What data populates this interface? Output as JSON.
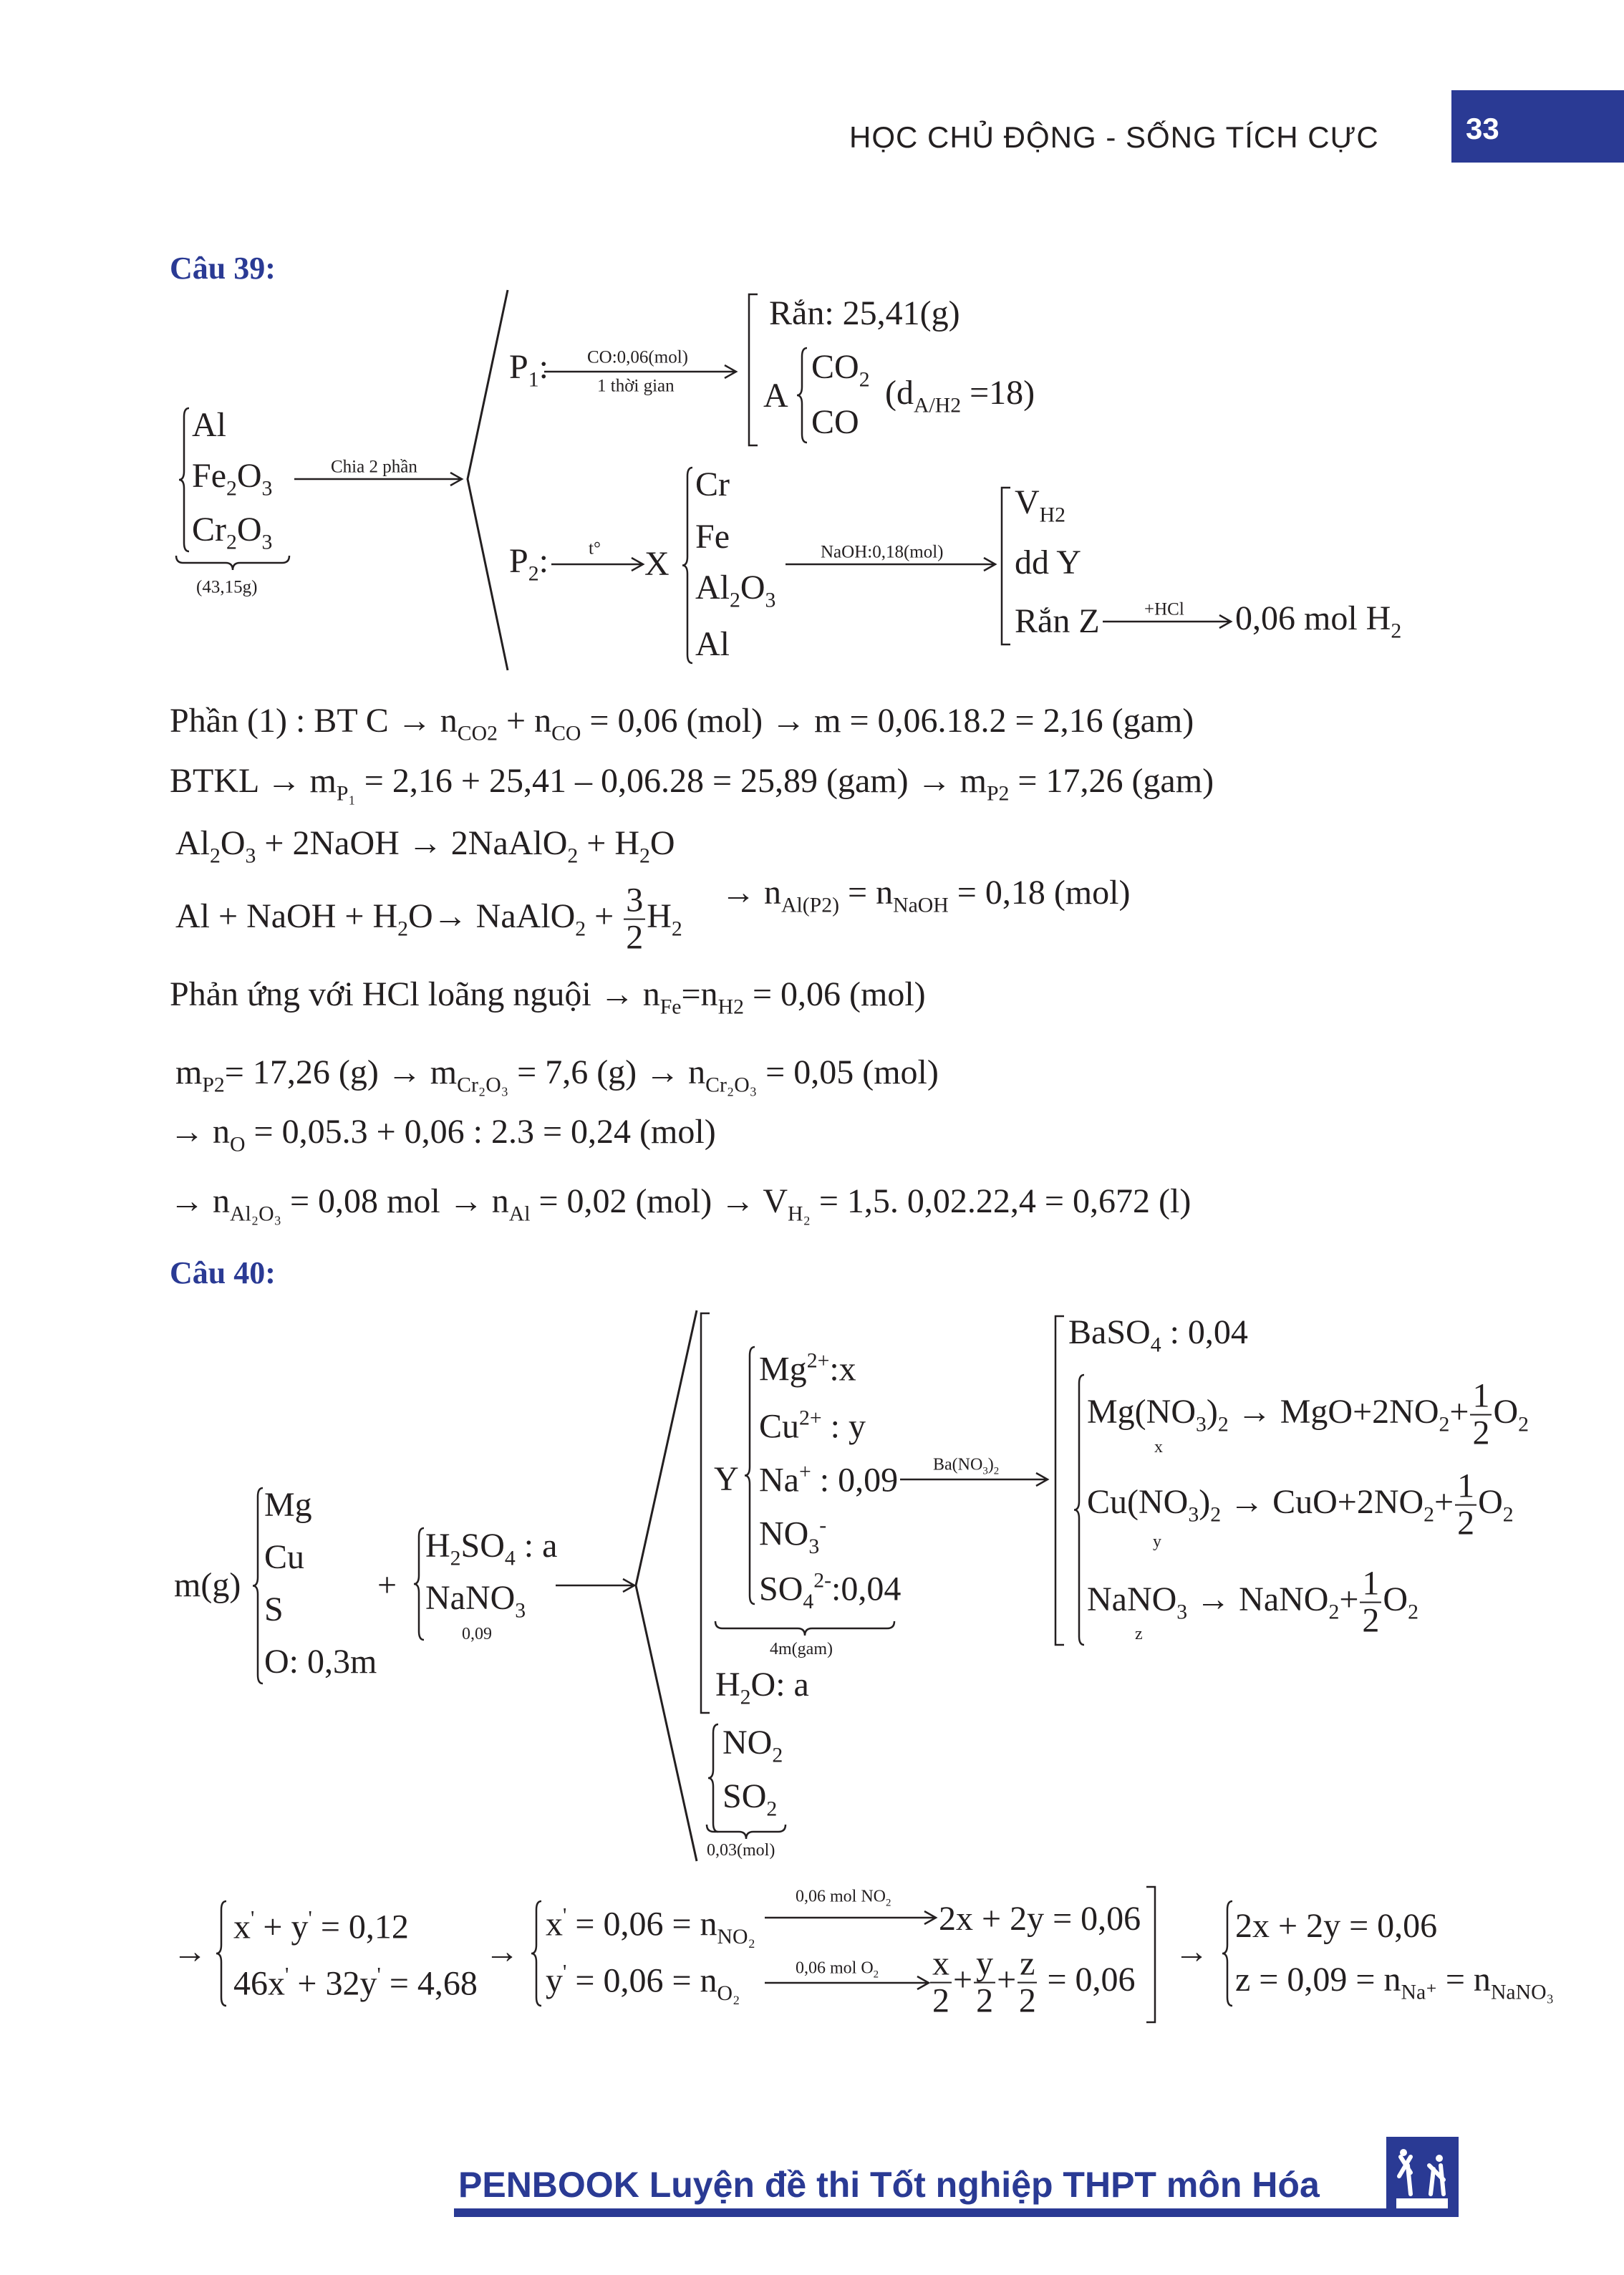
{
  "header": {
    "title": "HỌC CHỦ ĐỘNG - SỐNG TÍCH CỰC",
    "page_number": "33",
    "accent_color": "#2a3a94"
  },
  "q39": {
    "label": "Câu 39:",
    "diagram": {
      "al": [
        {
          "t": "Al"
        }
      ],
      "fe2o3": [
        {
          "t": "Fe"
        },
        {
          "t": "2",
          "v": "sub"
        },
        {
          "t": "O"
        },
        {
          "t": "3",
          "v": "sub"
        }
      ],
      "cr2o3": [
        {
          "t": "Cr"
        },
        {
          "t": "2",
          "v": "sub"
        },
        {
          "t": "O"
        },
        {
          "t": "3",
          "v": "sub"
        }
      ],
      "mass": "(43,15g)",
      "split": "Chia 2 phần",
      "p1": [
        {
          "t": "P"
        },
        {
          "t": "1",
          "v": "sub"
        },
        {
          "t": ":"
        }
      ],
      "p1_top": "CO:0,06(mol)",
      "p1_bottom": "1 thời gian",
      "solid": "Rắn: 25,41(g)",
      "a": "A",
      "co2": [
        {
          "t": "CO"
        },
        {
          "t": "2",
          "v": "sub"
        }
      ],
      "co": "CO",
      "density": [
        {
          "t": "(d"
        },
        {
          "t": "A/H",
          "v": "sub"
        },
        {
          "t": "2",
          "v": "sub"
        },
        {
          "t": " =18)"
        }
      ],
      "p2": [
        {
          "t": "P"
        },
        {
          "t": "2",
          "v": "sub"
        },
        {
          "t": ":"
        }
      ],
      "heat": "t°",
      "x": "X",
      "cr": "Cr",
      "fe": "Fe",
      "al2o3": [
        {
          "t": "Al"
        },
        {
          "t": "2",
          "v": "sub"
        },
        {
          "t": "O"
        },
        {
          "t": "3",
          "v": "sub"
        }
      ],
      "al2": "Al",
      "naoh": "NaOH:0,18(mol)",
      "vh2": [
        {
          "t": "V"
        },
        {
          "t": "H",
          "v": "sub"
        },
        {
          "t": "2",
          "v": "sub"
        }
      ],
      "ddy": "dd Y",
      "ranz": "Rắn Z",
      "hcl": "+HCl",
      "h2": [
        {
          "t": "0,06 mol H"
        },
        {
          "t": "2",
          "v": "sub"
        }
      ]
    },
    "solution": {
      "l1": [
        {
          "t": "Phần (1) : BT C → n"
        },
        {
          "t": "CO",
          "v": "sub"
        },
        {
          "t": "2",
          "v": "sub"
        },
        {
          "t": " + n"
        },
        {
          "t": "CO",
          "v": "sub"
        },
        {
          "t": "  = 0,06 (mol)  → m = 0,06.18.2 = 2,16 (gam)"
        }
      ],
      "l2": [
        {
          "t": "BTKL → m"
        },
        {
          "t": "P₁",
          "v": "sub"
        },
        {
          "t": " =  2,16 + 25,41 – 0,06.28 = 25,89 (gam) → m"
        },
        {
          "t": "P2",
          "v": "sub"
        },
        {
          "t": " =  17,26 (gam)"
        }
      ],
      "l3": [
        {
          "t": "Al"
        },
        {
          "t": "2",
          "v": "sub"
        },
        {
          "t": "O"
        },
        {
          "t": "3",
          "v": "sub"
        },
        {
          "t": "  + 2NaOH → 2NaAlO"
        },
        {
          "t": "2",
          "v": "sub"
        },
        {
          "t": " + H"
        },
        {
          "t": "2",
          "v": "sub"
        },
        {
          "t": "O"
        }
      ],
      "l4": [
        {
          "t": "Al + NaOH + H"
        },
        {
          "t": "2",
          "v": "sub"
        },
        {
          "t": "O→ NaAlO"
        },
        {
          "t": "2",
          "v": "sub"
        },
        {
          "t": " + "
        },
        {
          "n": "3",
          "d": "2"
        },
        {
          "t": "H"
        },
        {
          "t": "2",
          "v": "sub"
        }
      ],
      "l4b": [
        {
          "t": "→ n"
        },
        {
          "t": "Al(P2)",
          "v": "sub"
        },
        {
          "t": " = n"
        },
        {
          "t": "NaOH",
          "v": "sub"
        },
        {
          "t": "  = 0,18 (mol)"
        }
      ],
      "l5": [
        {
          "t": "Phản ứng với HCl loãng nguội → n"
        },
        {
          "t": "Fe",
          "v": "sub"
        },
        {
          "t": "=n"
        },
        {
          "t": "H",
          "v": "sub"
        },
        {
          "t": "2",
          "v": "sub"
        },
        {
          "t": " =  0,06 (mol)"
        }
      ],
      "l6": [
        {
          "t": "m"
        },
        {
          "t": "P2",
          "v": "sub"
        },
        {
          "t": "= 17,26 (g) → m"
        },
        {
          "t": "Cr₂O₃",
          "v": "sub"
        },
        {
          "t": " =  7,6 (g) → n"
        },
        {
          "t": "Cr₂O₃",
          "v": "sub"
        },
        {
          "t": " =  0,05 (mol)"
        }
      ],
      "l7": [
        {
          "t": "→ n"
        },
        {
          "t": "O",
          "v": "sub"
        },
        {
          "t": "  = 0,05.3 + 0,06 : 2.3 = 0,24 (mol)"
        }
      ],
      "l8": [
        {
          "t": "→ n"
        },
        {
          "t": "Al₂O₃",
          "v": "sub"
        },
        {
          "t": " =  0,08 mol → n"
        },
        {
          "t": "Al",
          "v": "sub"
        },
        {
          "t": " =  0,02 (mol) → V"
        },
        {
          "t": "H₂",
          "v": "sub"
        },
        {
          "t": " =  1,5. 0,02.22,4 = 0,672 (l)"
        }
      ]
    }
  },
  "q40": {
    "label": "Câu 40:",
    "diagram": {
      "mg_label": "m(g)",
      "mg": "Mg",
      "cu": "Cu",
      "s": "S",
      "o": "O: 0,3m",
      "plus": "+",
      "h2so4": [
        {
          "t": "H"
        },
        {
          "t": "2",
          "v": "sub"
        },
        {
          "t": "SO"
        },
        {
          "t": "4",
          "v": "sub"
        },
        {
          "t": " : a"
        }
      ],
      "nano3": [
        {
          "t": "NaNO"
        },
        {
          "t": "3",
          "v": "sub"
        }
      ],
      "nano3_amount": "0,09",
      "y": "Y",
      "mg2": [
        {
          "t": "Mg"
        },
        {
          "t": "2+",
          "v": "sup"
        },
        {
          "t": ":x"
        }
      ],
      "cu2": [
        {
          "t": "Cu"
        },
        {
          "t": "2+",
          "v": "sup"
        },
        {
          "t": " : y"
        }
      ],
      "na": [
        {
          "t": "Na"
        },
        {
          "t": "+",
          "v": "sup"
        },
        {
          "t": " : 0,09"
        }
      ],
      "no3": [
        {
          "t": "NO"
        },
        {
          "t": "3",
          "v": "sub"
        },
        {
          "t": "-",
          "v": "sup"
        }
      ],
      "so4": [
        {
          "t": "SO"
        },
        {
          "t": "4",
          "v": "sub"
        },
        {
          "t": "2-",
          "v": "sup"
        },
        {
          "t": ":0,04"
        }
      ],
      "mass_y": "4m(gam)",
      "h2o": [
        {
          "t": "H"
        },
        {
          "t": "2",
          "v": "sub"
        },
        {
          "t": "O: a"
        }
      ],
      "no2": [
        {
          "t": "NO"
        },
        {
          "t": "2",
          "v": "sub"
        }
      ],
      "so2": [
        {
          "t": "SO"
        },
        {
          "t": "2",
          "v": "sub"
        }
      ],
      "gas_amount": "0,03(mol)",
      "ba": [
        {
          "t": "Ba(NO"
        },
        {
          "t": "3",
          "v": "sub"
        },
        {
          "t": ")"
        },
        {
          "t": "2",
          "v": "sub"
        }
      ],
      "baso4": [
        {
          "t": "BaSO"
        },
        {
          "t": "4",
          "v": "sub"
        },
        {
          "t": " : 0,04"
        }
      ],
      "r1": [
        {
          "t": "Mg(NO"
        },
        {
          "t": "3",
          "v": "sub"
        },
        {
          "t": ")"
        },
        {
          "t": "2",
          "v": "sub"
        },
        {
          "t": " → MgO+2NO"
        },
        {
          "t": "2",
          "v": "sub"
        },
        {
          "t": "+"
        },
        {
          "n": "1",
          "d": "2"
        },
        {
          "t": "O"
        },
        {
          "t": "2",
          "v": "sub"
        }
      ],
      "r1_var": "x",
      "r2": [
        {
          "t": "Cu(NO"
        },
        {
          "t": "3",
          "v": "sub"
        },
        {
          "t": ")"
        },
        {
          "t": "2",
          "v": "sub"
        },
        {
          "t": " → CuO+2NO"
        },
        {
          "t": "2",
          "v": "sub"
        },
        {
          "t": "+"
        },
        {
          "n": "1",
          "d": "2"
        },
        {
          "t": "O"
        },
        {
          "t": "2",
          "v": "sub"
        }
      ],
      "r2_var": "y",
      "r3": [
        {
          "t": "NaNO"
        },
        {
          "t": "3",
          "v": "sub"
        },
        {
          "t": " → NaNO"
        },
        {
          "t": "2",
          "v": "sub"
        },
        {
          "t": "+"
        },
        {
          "n": "1",
          "d": "2"
        },
        {
          "t": "O"
        },
        {
          "t": "2",
          "v": "sub"
        }
      ],
      "r3_var": "z"
    },
    "equations": {
      "arrow": "→",
      "s1a": [
        {
          "t": "x"
        },
        {
          "t": "'",
          "v": "sup"
        },
        {
          "t": " + y"
        },
        {
          "t": "'",
          "v": "sup"
        },
        {
          "t": " = 0,12"
        }
      ],
      "s1b": [
        {
          "t": "46x"
        },
        {
          "t": "'",
          "v": "sup"
        },
        {
          "t": " + 32y"
        },
        {
          "t": "'",
          "v": "sup"
        },
        {
          "t": " = 4,68"
        }
      ],
      "s2a": [
        {
          "t": "x"
        },
        {
          "t": "'",
          "v": "sup"
        },
        {
          "t": " = 0,06 = n"
        },
        {
          "t": "NO₂",
          "v": "sub"
        }
      ],
      "s2b": [
        {
          "t": "y"
        },
        {
          "t": "'",
          "v": "sup"
        },
        {
          "t": " = 0,06 = n"
        },
        {
          "t": "O₂",
          "v": "sub"
        }
      ],
      "lbl_no2": [
        {
          "t": "0,06 mol NO"
        },
        {
          "t": "2",
          "v": "sub"
        }
      ],
      "lbl_o2": [
        {
          "t": "0,06 mol O"
        },
        {
          "t": "2",
          "v": "sub"
        }
      ],
      "r_a": "2x + 2y = 0,06",
      "r_b": [
        {
          "n": "x",
          "d": "2"
        },
        {
          "t": "+"
        },
        {
          "n": "y",
          "d": "2"
        },
        {
          "t": "+"
        },
        {
          "n": "z",
          "d": "2"
        },
        {
          "t": " = 0,06"
        }
      ],
      "s3a": "2x + 2y = 0,06",
      "s3b": [
        {
          "t": "z = 0,09 = n"
        },
        {
          "t": "Na⁺",
          "v": "sub"
        },
        {
          "t": "  = n"
        },
        {
          "t": "NaNO₃",
          "v": "sub"
        }
      ]
    }
  },
  "footer": {
    "title": "PENBOOK Luyện đề thi Tốt nghiệp THPT môn Hóa",
    "logo_icon": "people-logo-icon"
  }
}
